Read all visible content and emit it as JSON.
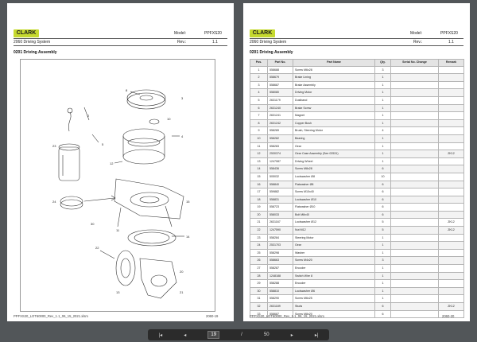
{
  "document": {
    "brand": "CLARK",
    "model_label": "Model:",
    "model": "PPFXS20",
    "section_title": "2060 Driving System",
    "rev_label": "Rev.:",
    "rev": "1.1",
    "subsection": "0201 Driving Assembly"
  },
  "left_page": {
    "footer_left": "PPFXS20_LOT60000_Rev_1.1_06_15_2021.xlsm",
    "footer_right": "2060-19"
  },
  "right_page": {
    "footer_left": "PPFXS20_LOT60000_Rev_1.1_06_15_2021.xlsm",
    "footer_right": "2060-20"
  },
  "table": {
    "headers": [
      "Pos.",
      "Part No.",
      "Part Name",
      "Qty.",
      "Serial No. Change",
      "Remark"
    ],
    "rows": [
      [
        "1",
        "558688",
        "Screw M6x28",
        "3",
        "",
        ""
      ],
      [
        "2",
        "558679",
        "Brake Lining",
        "1",
        "",
        ""
      ],
      [
        "3",
        "558687",
        "Brake Assembly",
        "1",
        "",
        ""
      ],
      [
        "4",
        "558080",
        "Driving Motor",
        "1",
        "",
        ""
      ],
      [
        "5",
        "2631179",
        "Dustband",
        "1",
        "",
        ""
      ],
      [
        "6",
        "2631240",
        "Brake Screw",
        "1",
        "",
        ""
      ],
      [
        "7",
        "2631241",
        "Magnet",
        "1",
        "",
        ""
      ],
      [
        "8",
        "2631242",
        "Copper Bush",
        "1",
        "",
        ""
      ],
      [
        "9",
        "558289",
        "Brush, Steering Motor",
        "4",
        "",
        ""
      ],
      [
        "10",
        "558282",
        "Bearing",
        "1",
        "",
        ""
      ],
      [
        "11",
        "558283",
        "Gear",
        "1",
        "",
        ""
      ],
      [
        "12",
        "2530374",
        "Gear Case Assembly (See 02531)",
        "1",
        "",
        "ZK12"
      ],
      [
        "13",
        "1247087",
        "Driving Wheel",
        "1",
        "",
        ""
      ],
      [
        "14",
        "558436",
        "Screw M8x28",
        "6",
        "",
        ""
      ],
      [
        "15",
        "505032",
        "Lockwasher Ø8",
        "10",
        "",
        ""
      ],
      [
        "16",
        "558840",
        "Flatwasher Ø8",
        "6",
        "",
        ""
      ],
      [
        "17",
        "559882",
        "Screw M10x40",
        "6",
        "",
        ""
      ],
      [
        "18",
        "558831",
        "Lockwasher Ø10",
        "6",
        "",
        ""
      ],
      [
        "19",
        "558723",
        "Flatwasher Ø10",
        "6",
        "",
        ""
      ],
      [
        "20",
        "558033",
        "Bolt M8x40",
        "6",
        "",
        ""
      ],
      [
        "21",
        "2631167",
        "Lockwasher Ø12",
        "5",
        "",
        "ZK12"
      ],
      [
        "22",
        "1247590",
        "Nut M12",
        "5",
        "",
        "ZK12"
      ],
      [
        "23",
        "558284",
        "Steering Motor",
        "1",
        "",
        ""
      ],
      [
        "24",
        "2531703",
        "Gear",
        "1",
        "",
        ""
      ],
      [
        "25",
        "558298",
        "Washer",
        "1",
        "",
        ""
      ],
      [
        "26",
        "558663",
        "Screw M4x20",
        "3",
        "",
        ""
      ],
      [
        "27",
        "558287",
        "Encoder",
        "1",
        "",
        ""
      ],
      [
        "28",
        "1248188",
        "Switch Wire 8",
        "1",
        "",
        ""
      ],
      [
        "29",
        "558288",
        "Encoder",
        "1",
        "",
        ""
      ],
      [
        "30",
        "558810",
        "Lockwasher Ø6",
        "1",
        "",
        ""
      ],
      [
        "31",
        "558290",
        "Screw M6x25",
        "1",
        "",
        ""
      ],
      [
        "32",
        "2631189",
        "Studs",
        "6",
        "",
        "ZK12"
      ],
      [
        "33",
        "558687",
        "Screw M8x20",
        "6",
        "",
        ""
      ]
    ]
  },
  "viewer": {
    "current_page": "19",
    "page_sep": "/",
    "total_pages": "50",
    "prev_icon": "chevron-left-icon",
    "next_icon": "chevron-right-icon",
    "first_icon": "first-page-icon",
    "last_icon": "last-page-icon"
  },
  "colors": {
    "brand_green": "#c6d92f",
    "viewer_bg": "#525659",
    "toolbar_bg": "#2b2b2b"
  }
}
